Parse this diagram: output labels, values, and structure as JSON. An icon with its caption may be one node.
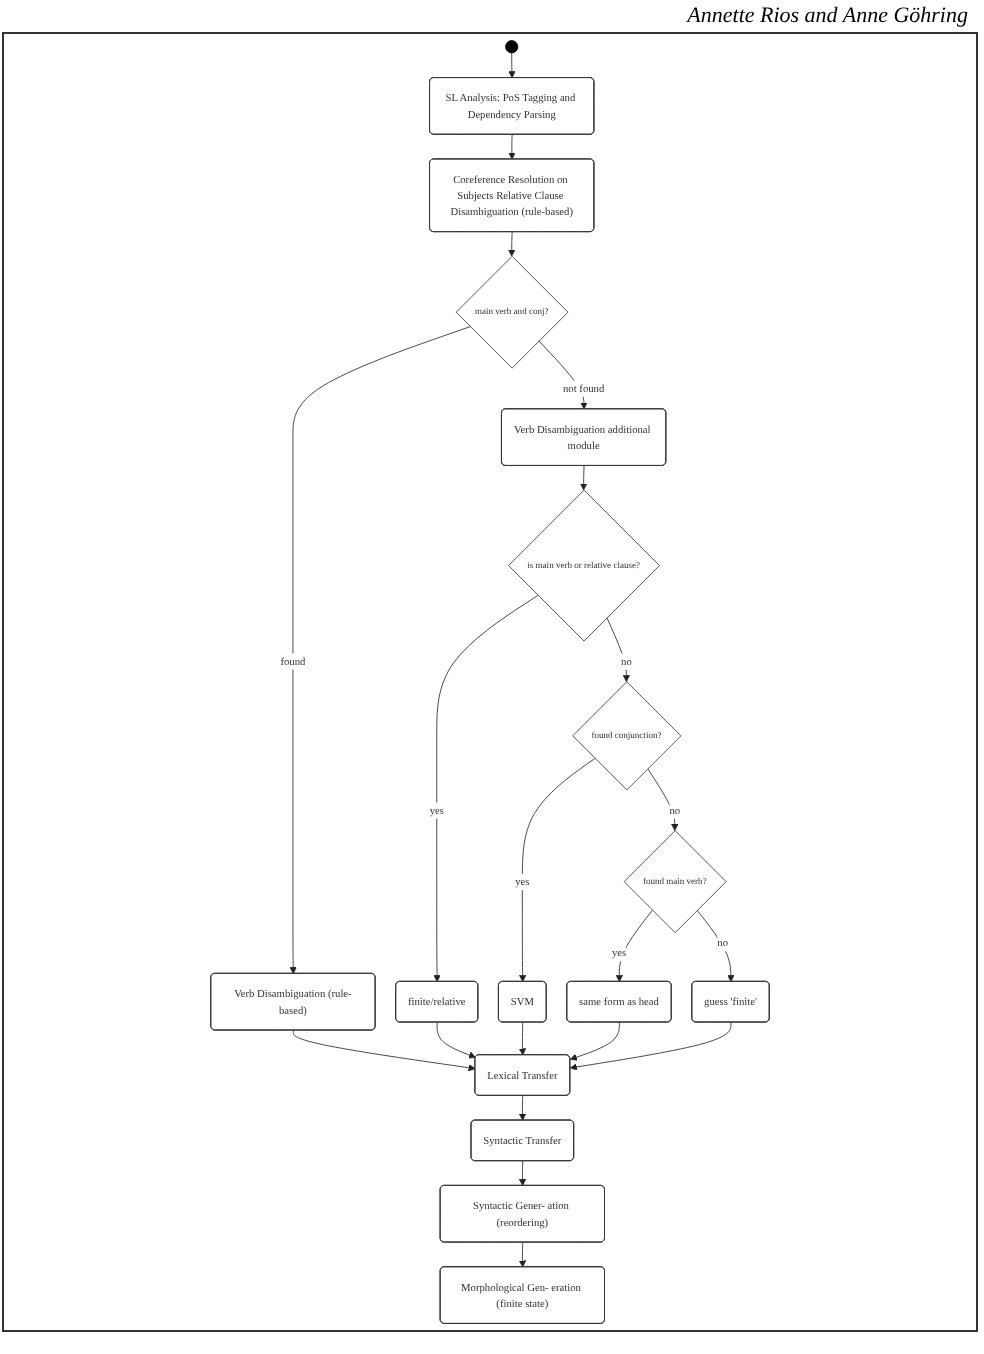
{
  "diagram": {
    "nodes": [
      {
        "text": [],
        "shape": "circle"
      },
      {
        "text": [
          "SL Analysis: PoS Tagging and Dependency Parsing"
        ]
      },
      {
        "text": [
          "Coreference Resolution on Subjects Relative Clause Disambiguation (rule-based)"
        ]
      },
      {
        "text": [
          "main verb and conj?"
        ]
      },
      {
        "text": [
          "Verb Disambiguation (rule-based)"
        ]
      },
      {
        "text": [
          "Verb Disambiguation additional module"
        ]
      },
      {
        "text": [
          "is main verb or relative clause?"
        ]
      },
      {
        "text": [
          "finite/relative"
        ]
      },
      {
        "text": [
          "found conjunction?"
        ]
      },
      {
        "text": [
          "SVM"
        ]
      },
      {
        "text": [
          "found main verb?"
        ]
      },
      {
        "text": [
          "same form as head"
        ]
      },
      {
        "text": [
          "guess 'finite'"
        ]
      },
      {
        "text": [
          "Lexical Transfer"
        ]
      },
      {
        "text": [
          "Syntactic Transfer"
        ]
      },
      {
        "text": [
          "Syntactic Gener- ation (reordering)"
        ]
      },
      {
        "text": [
          "Morphological Gen- eration (finite state)"
        ]
      }
    ],
    "edges": [
      {
        "from": 0,
        "to": 1,
        "arrow": "to"
      },
      {
        "from": 1,
        "to": 2,
        "arrow": "to"
      },
      {
        "from": 2,
        "to": 3,
        "arrow": "to"
      },
      {
        "from": 3,
        "to": 4,
        "arrow": "to",
        "label": "found"
      },
      {
        "from": 3,
        "to": 5,
        "arrow": "to",
        "label": "not found"
      },
      {
        "from": 5,
        "to": 6,
        "arrow": "to"
      },
      {
        "from": 6,
        "to": 7,
        "arrow": "to",
        "label": "yes"
      },
      {
        "from": 6,
        "to": 8,
        "arrow": "to",
        "label": "no"
      },
      {
        "from": 8,
        "to": 9,
        "arrow": "to",
        "label": "yes"
      },
      {
        "from": 8,
        "to": 10,
        "arrow": "to",
        "label": "no"
      },
      {
        "from": 10,
        "to": 11,
        "arrow": "to",
        "label": "yes"
      },
      {
        "from": 10,
        "to": 12,
        "arrow": "to",
        "label": "no"
      },
      {
        "from": 4,
        "to": 13,
        "arrow": "to"
      },
      {
        "from": 7,
        "to": 13,
        "arrow": "to"
      },
      {
        "from": 9,
        "to": 13,
        "arrow": "to"
      },
      {
        "from": 11,
        "to": 13,
        "arrow": "to"
      },
      {
        "from": 12,
        "to": 13,
        "arrow": "to"
      },
      {
        "from": 13,
        "to": 14,
        "arrow": "to"
      },
      {
        "from": 14,
        "to": 15,
        "arrow": "to"
      },
      {
        "from": 15,
        "to": 16,
        "arrow": "to"
      }
    ],
    "labels": [
      "Annette Rios and Anne Göhring"
    ]
  }
}
